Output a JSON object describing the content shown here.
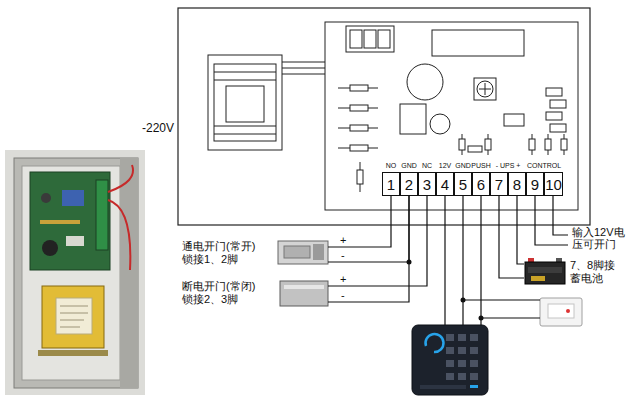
{
  "diagram": {
    "nodes": [
      {
        "text": [
          "1"
        ]
      },
      {
        "text": [
          "2"
        ]
      },
      {
        "text": [
          "3"
        ]
      },
      {
        "text": [
          "4"
        ]
      },
      {
        "text": [
          "5"
        ]
      },
      {
        "text": [
          "6"
        ]
      },
      {
        "text": [
          "7"
        ]
      },
      {
        "text": [
          "8"
        ]
      },
      {
        "text": [
          "9"
        ]
      },
      {
        "text": [
          "10"
        ]
      },
      {
        "text": [
          "通电开门(常开) 锁接1、2脚"
        ]
      },
      {
        "text": [
          "断电开门(常闭) 锁接2、3脚"
        ]
      },
      {
        "text": [
          "7、8脚接 蓄电池"
        ]
      }
    ],
    "edges": [
      {
        "from": 0,
        "to": 10,
        "arrow": "none"
      },
      {
        "from": 1,
        "to": 10,
        "arrow": "none"
      },
      {
        "from": 1,
        "to": 11,
        "arrow": "none"
      },
      {
        "from": 2,
        "to": 11,
        "arrow": "none"
      },
      {
        "from": 6,
        "to": 12,
        "arrow": "none"
      },
      {
        "from": 7,
        "to": 12,
        "arrow": "none"
      }
    ],
    "labels": [
      "-220V",
      "NO",
      "GND",
      "NC",
      "12V",
      "GND",
      "PUSH",
      "- UPS +",
      "CONTROL",
      "+",
      "-",
      "+",
      "-",
      "输入12V电 压可开门"
    ]
  }
}
